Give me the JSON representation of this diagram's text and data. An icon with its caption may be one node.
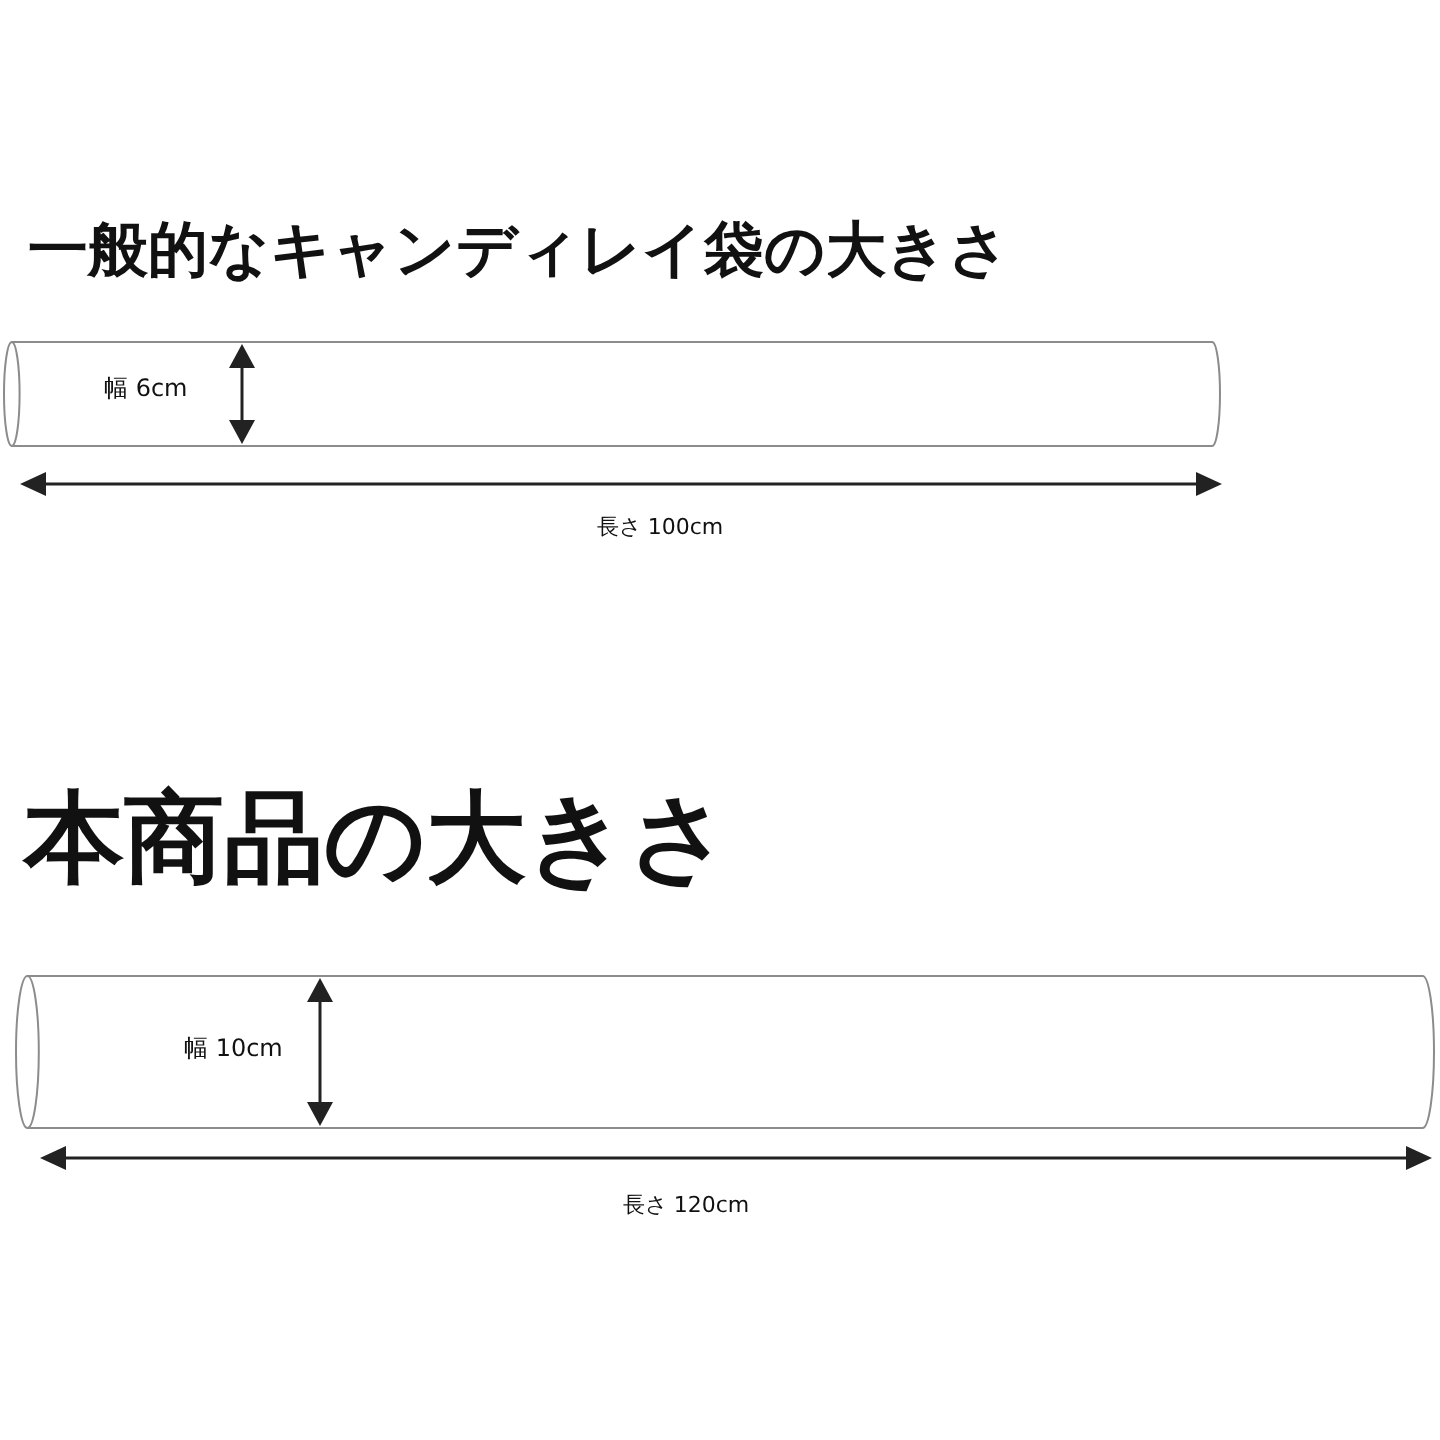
{
  "diagram": {
    "nodes": [
      {
        "text": [],
        "shape": "cylinder"
      },
      {
        "text": [],
        "shape": "cylinder"
      }
    ],
    "labels": [
      "一般的なキャンディレイ袋の大きさ",
      "幅 6cm",
      "長さ 100cm",
      "本商品の大きさ",
      "幅 10cm",
      "長さ 120cm"
    ]
  }
}
